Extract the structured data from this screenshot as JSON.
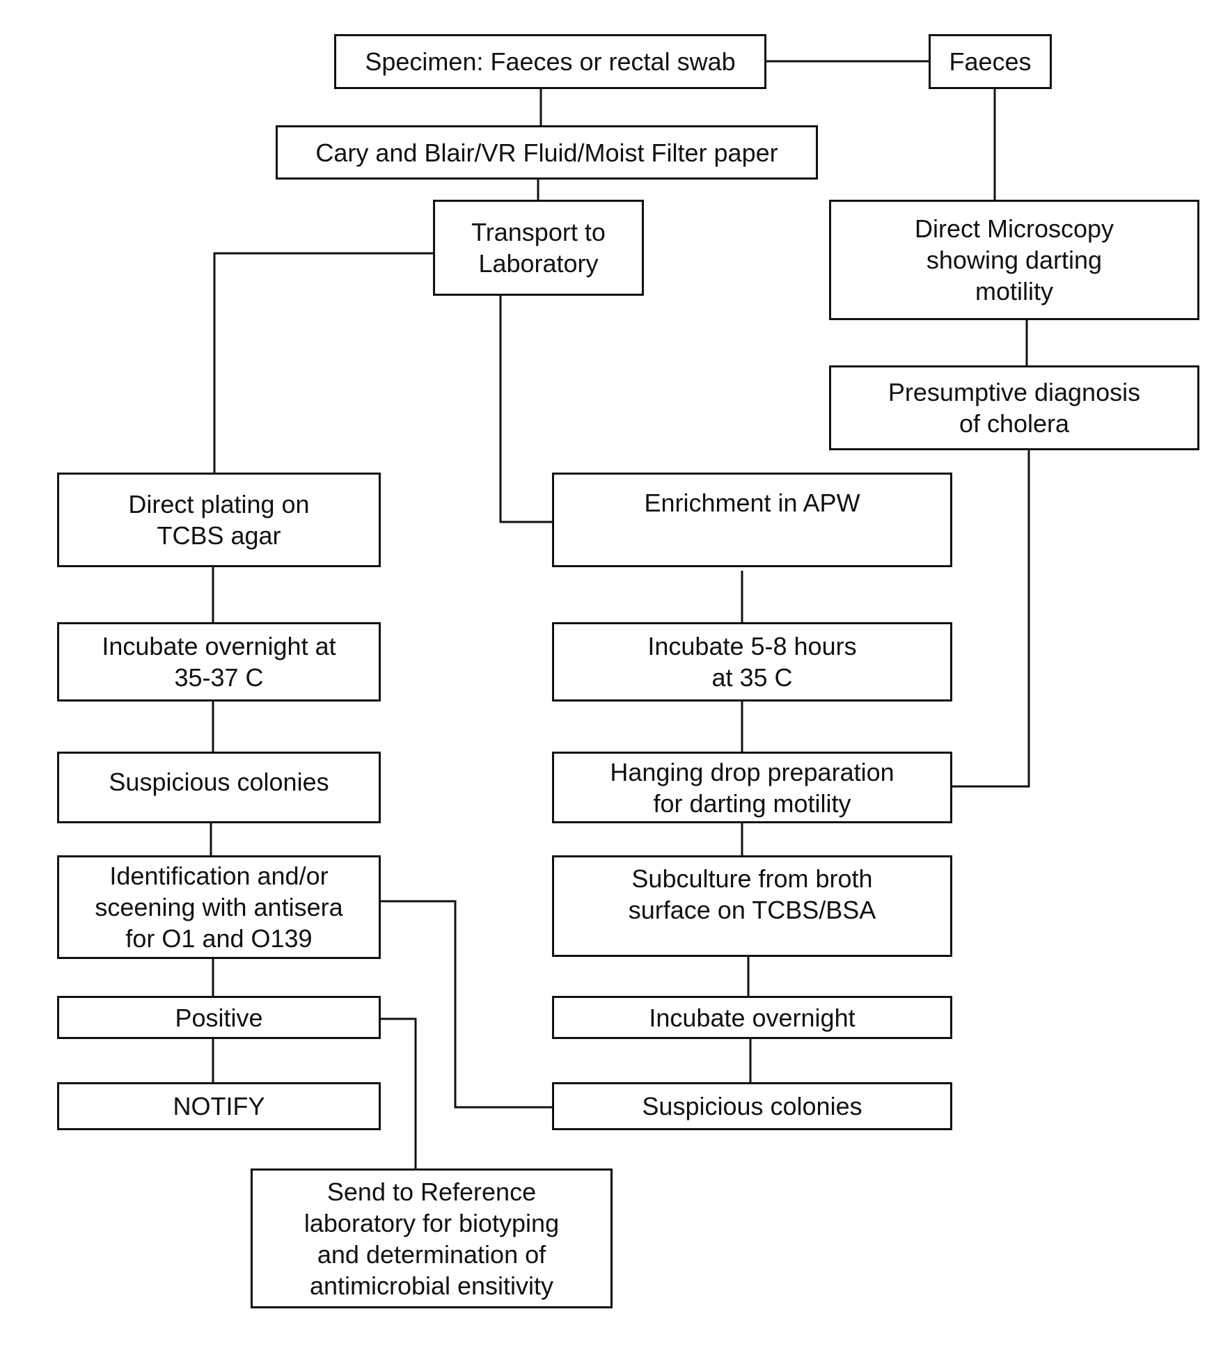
{
  "nodes": {
    "specimen": "Specimen: Faeces or rectal swab",
    "faeces": "Faeces",
    "transport_media": "Cary and Blair/VR Fluid/Moist Filter paper",
    "transport": "Transport to\nLaboratory",
    "direct_microscopy": "Direct Microscopy\nshowing darting\nmotility",
    "presumptive": "Presumptive diagnosis\nof cholera",
    "direct_plating": "Direct plating on\nTCBS agar",
    "enrichment": "Enrichment in APW",
    "incubate_overnight_temp": "Incubate overnight at\n35-37 C",
    "incubate_hours": "Incubate 5-8 hours\nat 35 C",
    "suspicious_colonies_left": "Suspicious colonies",
    "hanging_drop": "Hanging drop preparation\nfor darting motility",
    "identification": "Identification and/or\nsceening with antisera\nfor O1 and O139",
    "subculture": "Subculture from broth\nsurface on TCBS/BSA",
    "positive": "Positive",
    "incubate_overnight": "Incubate overnight",
    "notify": "NOTIFY",
    "suspicious_colonies_right": "Suspicious colonies",
    "reference_lab": "Send to Reference\nlaboratory for biotyping\nand determination of\nantimicrobial ensitivity"
  },
  "colors": {
    "line": "#111111",
    "background": "#ffffff"
  }
}
